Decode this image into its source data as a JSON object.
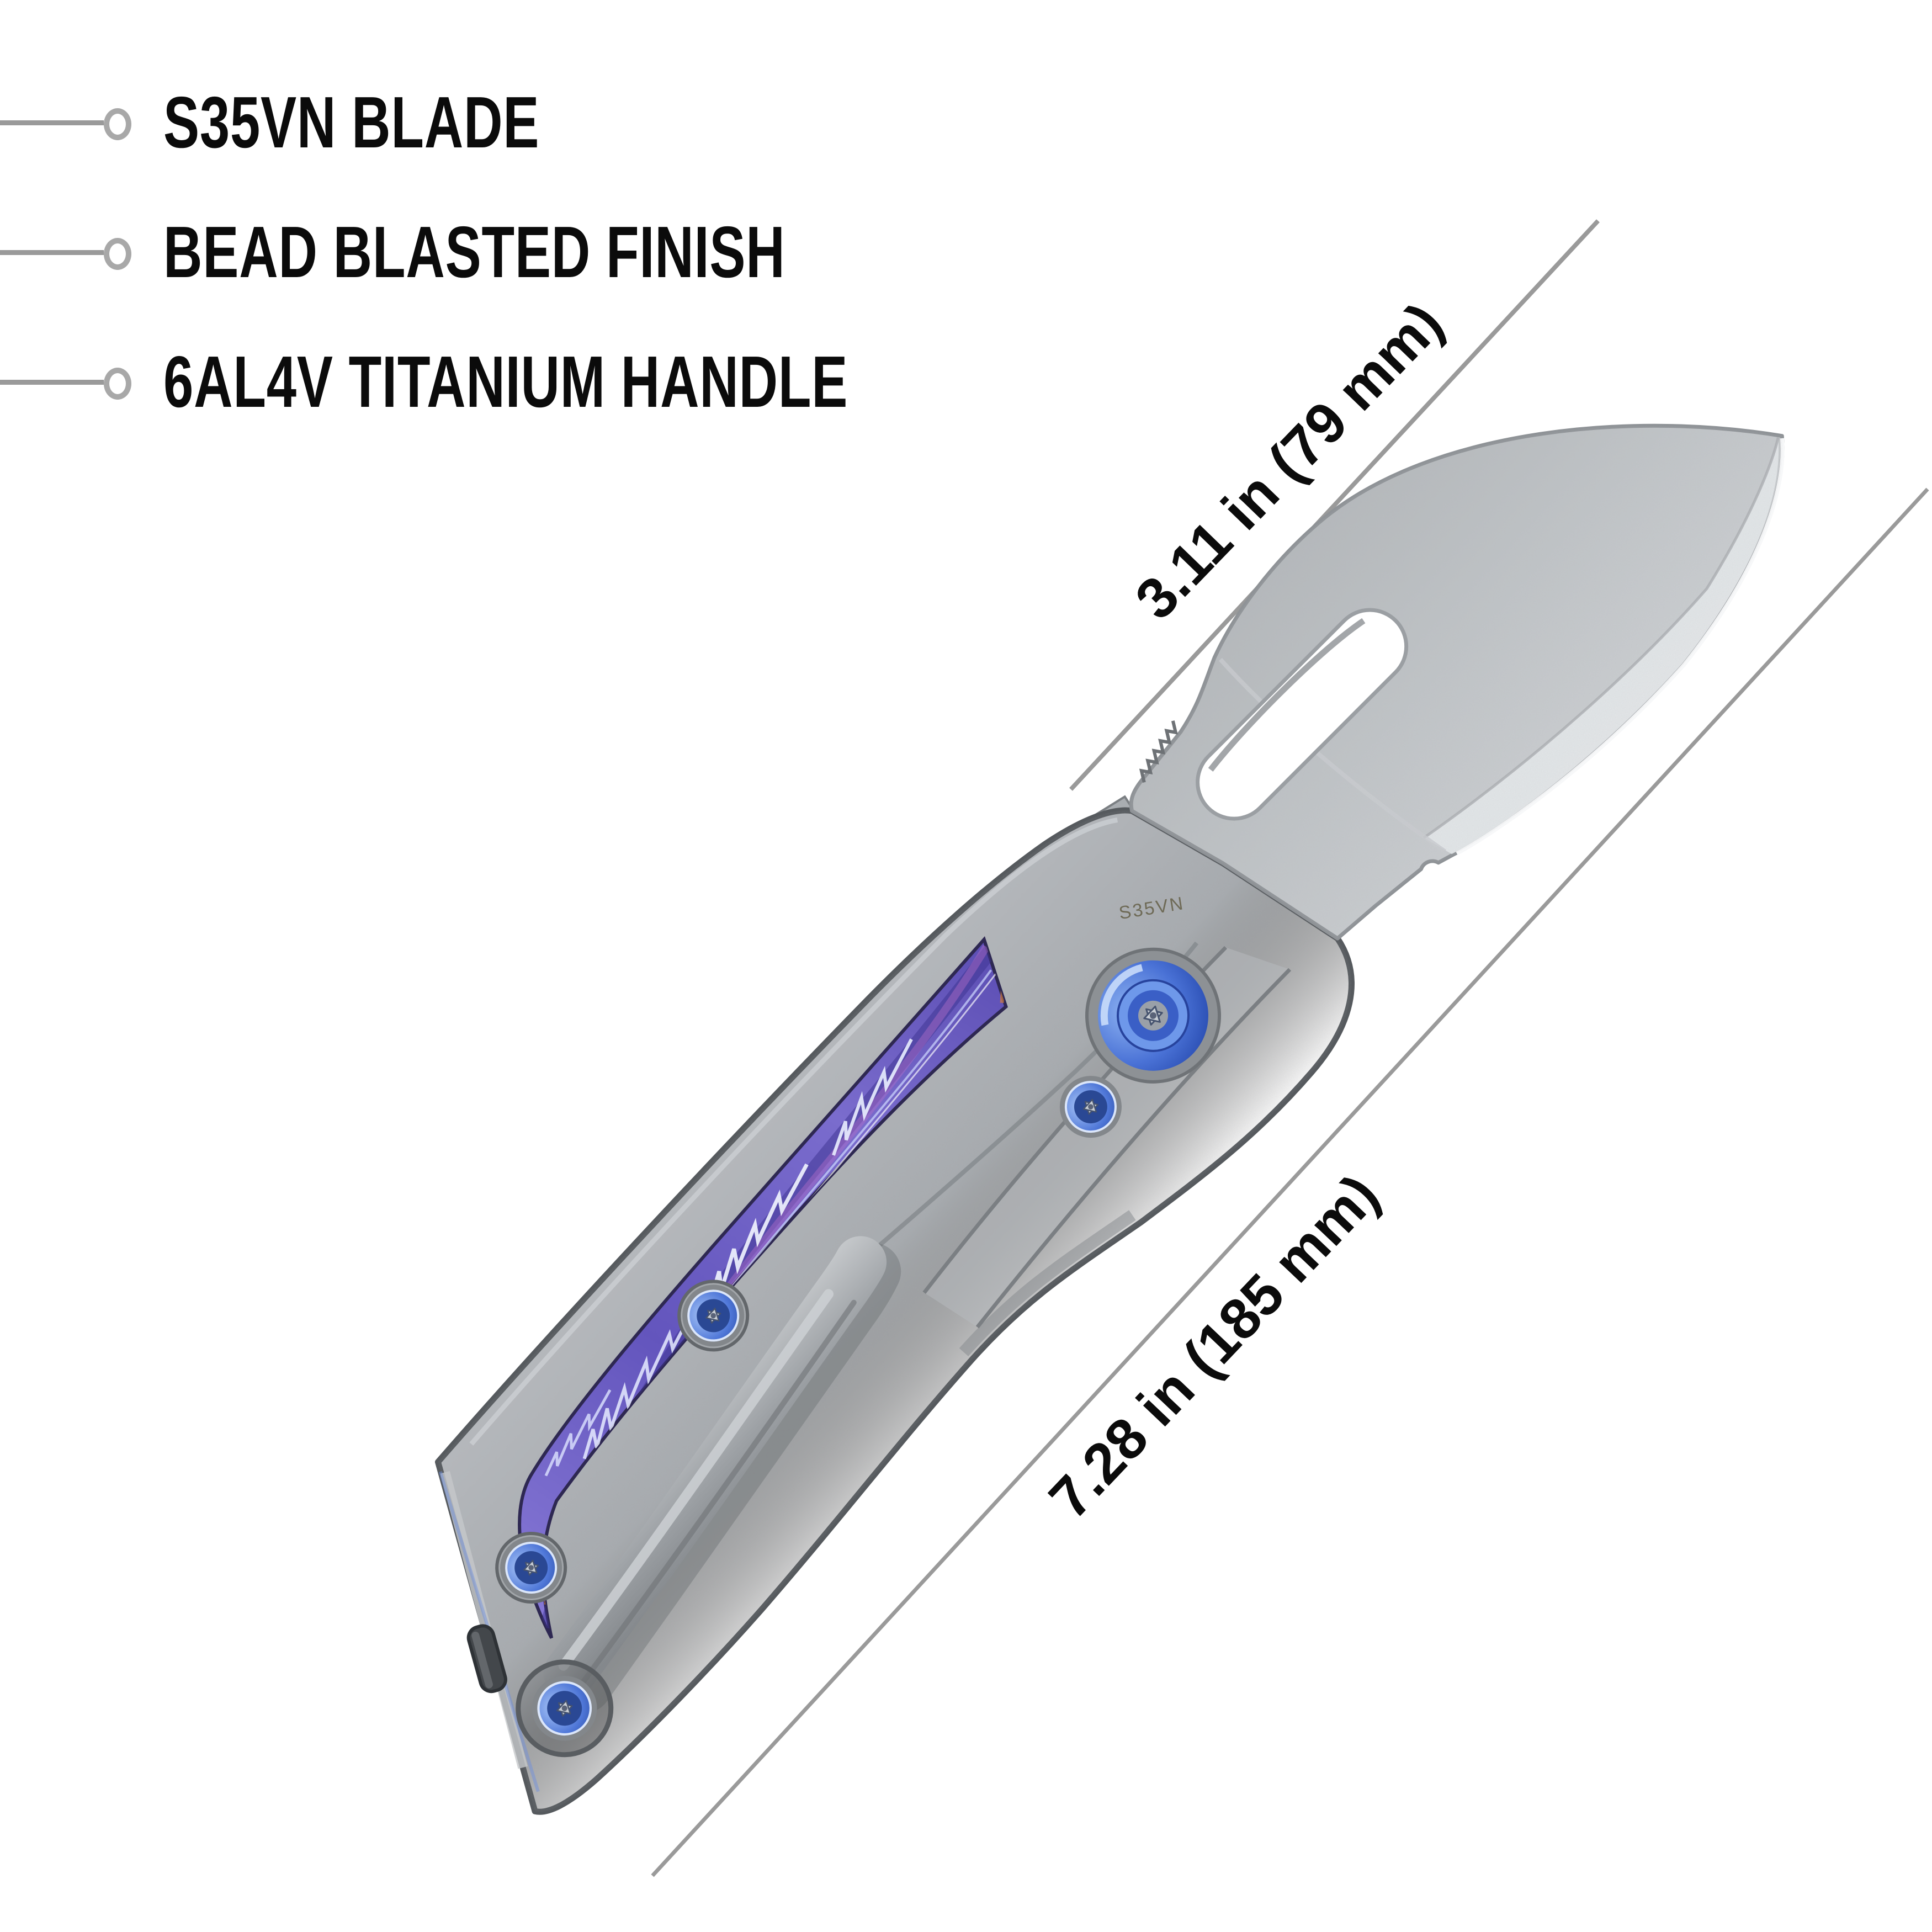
{
  "product": {
    "features": [
      {
        "label": "S35VN BLADE"
      },
      {
        "label": "BEAD BLASTED FINISH"
      },
      {
        "label": "6AL4V TITANIUM HANDLE"
      }
    ],
    "measurements": {
      "blade_length": "3.11 in (79 mm)",
      "overall_length": "7.28 in (185 mm)"
    },
    "blade_etch": "S35VN",
    "colors": {
      "accent_blue": "#3a5fc6",
      "inlay_purple": "#6f5fc9",
      "blade_gray": "#c2c6c9",
      "handle_gray": "#a8acb0",
      "callout_line_gray": "#9a9a9a",
      "text_black": "#0b0b0b"
    }
  }
}
